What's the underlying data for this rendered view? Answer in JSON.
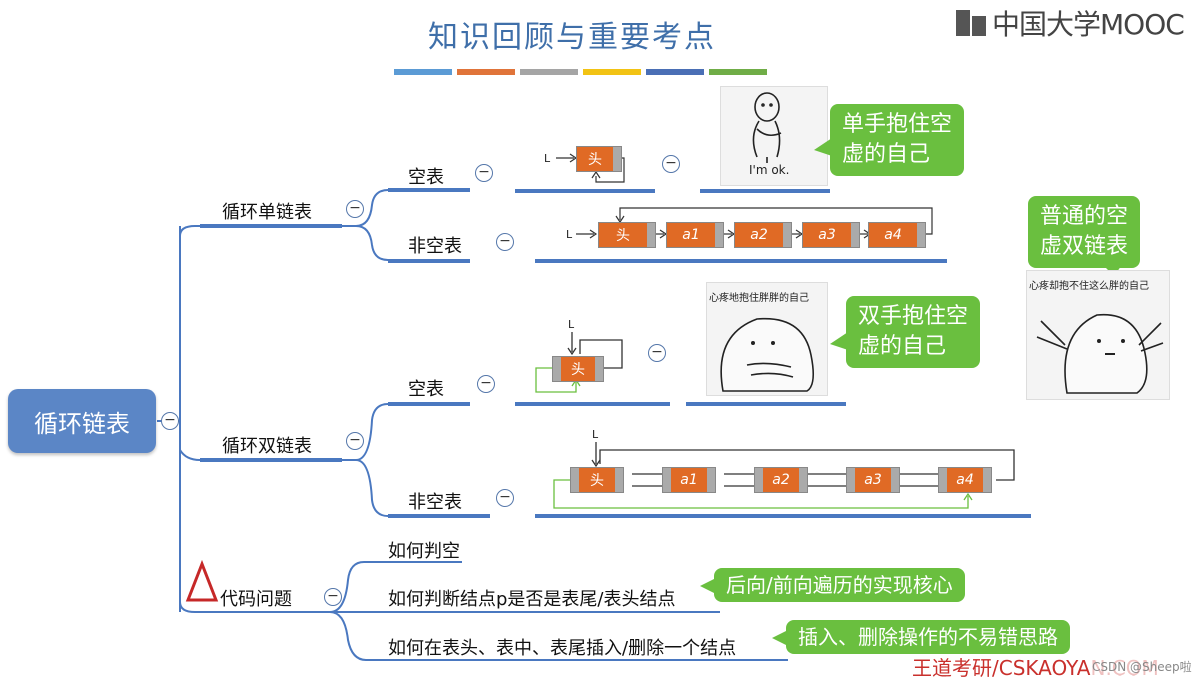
{
  "title": "知识回顾与重要考点",
  "logo": {
    "text": "中国大学MOOC"
  },
  "color_bars": [
    "#5b9bd5",
    "#e0743a",
    "#a5a5a5",
    "#f2c314",
    "#4a6fb5",
    "#70ad47"
  ],
  "root": "循环链表",
  "single": {
    "label": "循环单链表",
    "empty": "空表",
    "nonempty": "非空表",
    "nodes": [
      "头",
      "a1",
      "a2",
      "a3",
      "a4"
    ],
    "pointer": "L"
  },
  "double": {
    "label": "循环双链表",
    "empty": "空表",
    "nonempty": "非空表",
    "nodes": [
      "头",
      "a1",
      "a2",
      "a3",
      "a4"
    ],
    "pointer": "L"
  },
  "code": {
    "label": "代码问题",
    "items": [
      "如何判空",
      "如何判断结点p是否是表尾/表头结点",
      "如何在表头、表中、表尾插入/删除一个结点"
    ]
  },
  "bubbles": {
    "b1": [
      "单手抱住空",
      "虚的自己"
    ],
    "b2": [
      "普通的空",
      "虚双链表"
    ],
    "b3": [
      "双手抱住空",
      "虚的自己"
    ],
    "b4": "后向/前向遍历的实现核心",
    "b5": "插入、删除操作的不易错思路"
  },
  "pics": {
    "p1": "I'm ok.",
    "p2": "心疼地抱住胖胖的自己",
    "p3": "心疼却抱不住这么胖的自己"
  },
  "toggle": "−",
  "footer": {
    "brand": "王道考研/CSKAOYAN.COM",
    "sub": "CSDN @Sheep啦"
  }
}
